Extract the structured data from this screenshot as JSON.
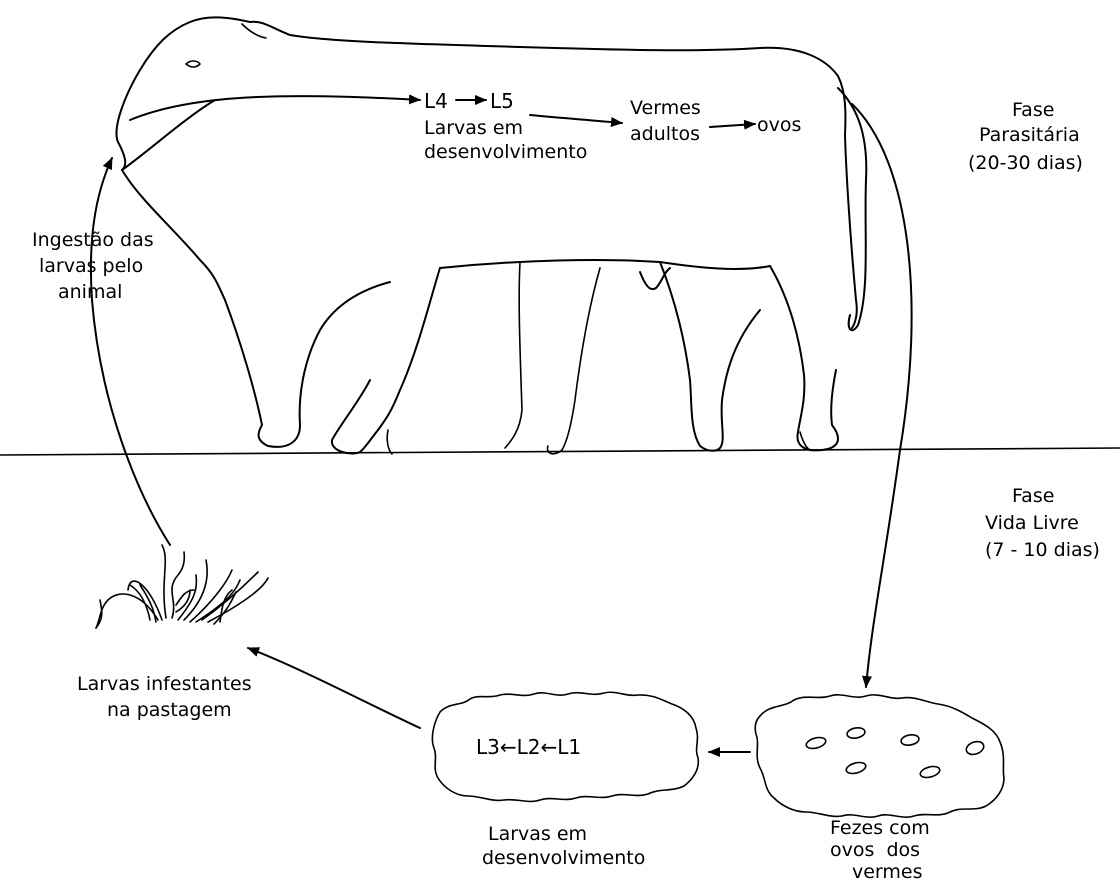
{
  "phases": {
    "parasitic": {
      "line1": "Fase",
      "line2": "Parasitária",
      "line3": "(20-30 dias)"
    },
    "free_living": {
      "line1": "Fase",
      "line2": "Vida Livre",
      "line3": "(7 - 10 dias)"
    }
  },
  "in_host": {
    "l4": "L4",
    "l5": "L5",
    "larvae_line1": "Larvas em",
    "larvae_line2": "desenvolvimento",
    "adults_line1": "Vermes",
    "adults_line2": "adultos",
    "eggs": "ovos"
  },
  "ingestion": {
    "line1": "Ingestão das",
    "line2": "larvas pelo",
    "line3": "animal"
  },
  "pasture": {
    "line1": "Larvas infestantes",
    "line2": "na pastagem"
  },
  "dung_larvae": {
    "stages": "L3←L2←L1",
    "caption_line1": "Larvas em",
    "caption_line2": "desenvolvimento"
  },
  "dung_eggs": {
    "caption_line1": "Fezes com",
    "caption_line2": "ovos  dos",
    "caption_line3": "vermes"
  }
}
